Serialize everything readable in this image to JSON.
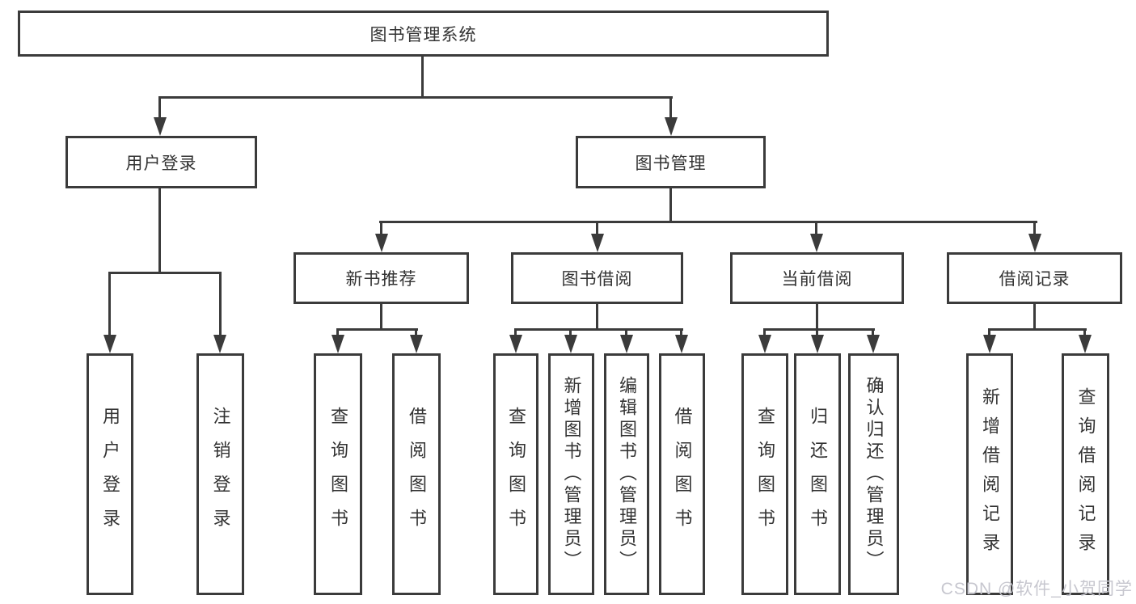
{
  "diagram": {
    "title": "图书管理系统",
    "branches": [
      {
        "label": "用户登录",
        "children": [
          {
            "label": "用户登录"
          },
          {
            "label": "注销登录"
          }
        ]
      },
      {
        "label": "图书管理",
        "children": [
          {
            "label": "新书推荐",
            "children": [
              {
                "label": "查询图书"
              },
              {
                "label": "借阅图书"
              }
            ]
          },
          {
            "label": "图书借阅",
            "children": [
              {
                "label": "查询图书"
              },
              {
                "label": "新增图书（管理员）"
              },
              {
                "label": "编辑图书（管理员）"
              },
              {
                "label": "借阅图书"
              }
            ]
          },
          {
            "label": "当前借阅",
            "children": [
              {
                "label": "查询图书"
              },
              {
                "label": "归还图书"
              },
              {
                "label": "确认归还（管理员）"
              }
            ]
          },
          {
            "label": "借阅记录",
            "children": [
              {
                "label": "新增借阅记录"
              },
              {
                "label": "查询借阅记录"
              }
            ]
          }
        ]
      }
    ]
  },
  "watermark": "CSDN @软件_小贺同学",
  "colors": {
    "line": "#3b3b3b",
    "text": "#333333",
    "background": "#ffffff",
    "watermark": "#c7c7cf"
  }
}
